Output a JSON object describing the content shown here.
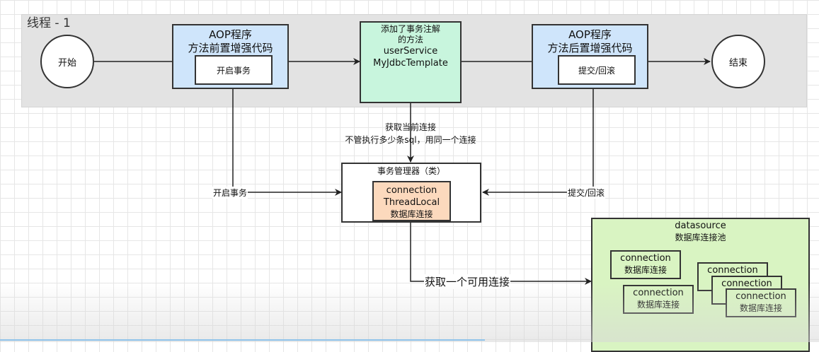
{
  "lane": {
    "title": "线程 - 1"
  },
  "start": "开始",
  "end": "结束",
  "aop_before": {
    "line1": "AOP程序",
    "line2": "方法前置增强代码",
    "inner": "开启事务"
  },
  "service": {
    "line1": "添加了事务注解",
    "line2": "的方法",
    "line3": "userService",
    "line4": "MyJdbcTemplate"
  },
  "aop_after": {
    "line1": "AOP程序",
    "line2": "方法后置增强代码",
    "inner": "提交/回滚"
  },
  "get_conn_label": {
    "line1": "获取当前连接",
    "line2": "不管执行多少条sql，用同一个连接"
  },
  "tx_manager": {
    "title": "事务管理器（类）",
    "conn_line1": "connection",
    "conn_line2": "ThreadLocal",
    "conn_line3": "数据库连接"
  },
  "left_arrow_label": "开启事务",
  "right_arrow_label": "提交/回滚",
  "fetch_label": "获取一个可用连接",
  "datasource": {
    "title": "datasource",
    "subtitle": "数据库连接池",
    "connections": [
      {
        "name": "connection",
        "desc": "数据库连接"
      },
      {
        "name": "connection",
        "desc": "数据库连接"
      },
      {
        "name": "connection",
        "desc": "数据库连接"
      },
      {
        "name": "connection",
        "desc": "数据库连接"
      },
      {
        "name": "connection",
        "desc": "数据库连接"
      }
    ]
  },
  "colors": {
    "aop_fill": "#cfe5fb",
    "service_fill": "#c8f5dd",
    "connection_fill": "#fcd9bd",
    "datasource_fill": "#d9f4c2"
  }
}
